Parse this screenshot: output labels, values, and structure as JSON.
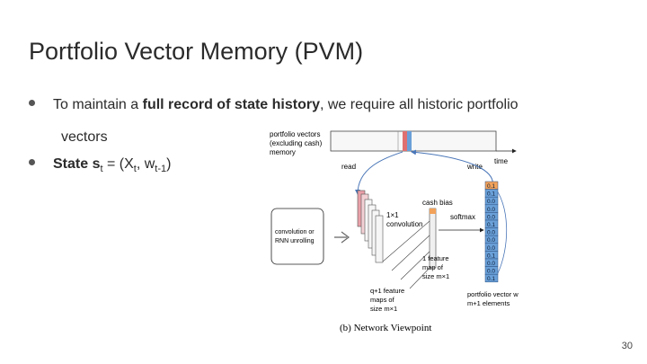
{
  "slide": {
    "title": "Portfolio Vector Memory (PVM)",
    "bullet1": {
      "prefix": "To maintain a ",
      "bold": "full record of state history",
      "suffix": ", we require all historic portfolio",
      "continuation": "vectors"
    },
    "bullet2": {
      "bold": "State s",
      "sub_t": "t",
      "mid": " = (X",
      "sub_t2": "t",
      "comma": ", w",
      "sub_t1": "t-1",
      "close": ")"
    },
    "page_number": "30"
  },
  "figure": {
    "pvm_label_1": "portfolio vectors",
    "pvm_label_2": "(excluding cash)",
    "pvm_label_3": "memory",
    "time_label": "time",
    "read_label": "read",
    "write_label": "write",
    "conv_box_1": "convolution or",
    "conv_box_2": "RNN unrolling",
    "conv1x1_1": "1×1",
    "conv1x1_2": "convolution",
    "cash_bias": "cash bias",
    "softmax": "softmax",
    "feature_map_1": "1 feature",
    "feature_map_2": "map of",
    "feature_map_3": "size m×1",
    "q_feature_1": "q+1 feature",
    "q_feature_2": "maps of",
    "q_feature_3": "size m×1",
    "pv_label_1": "portfolio vector w",
    "pv_label_2": "m+1 elements",
    "caption": "(b)  Network Viewpoint",
    "vector_values": [
      "0.1",
      "0.1",
      "0.0",
      "0.0",
      "0.0",
      "0.1",
      "0.0",
      "0.0",
      "0.0",
      "0.1",
      "0.0",
      "0.0",
      "0.1"
    ],
    "colors": {
      "memory_strip_red": "#e07070",
      "memory_strip_blue": "#6aa0d8",
      "cash_cell": "#f2a25a",
      "vector_cell": "#6aa0d8",
      "arrow": "#4a76b8"
    }
  }
}
